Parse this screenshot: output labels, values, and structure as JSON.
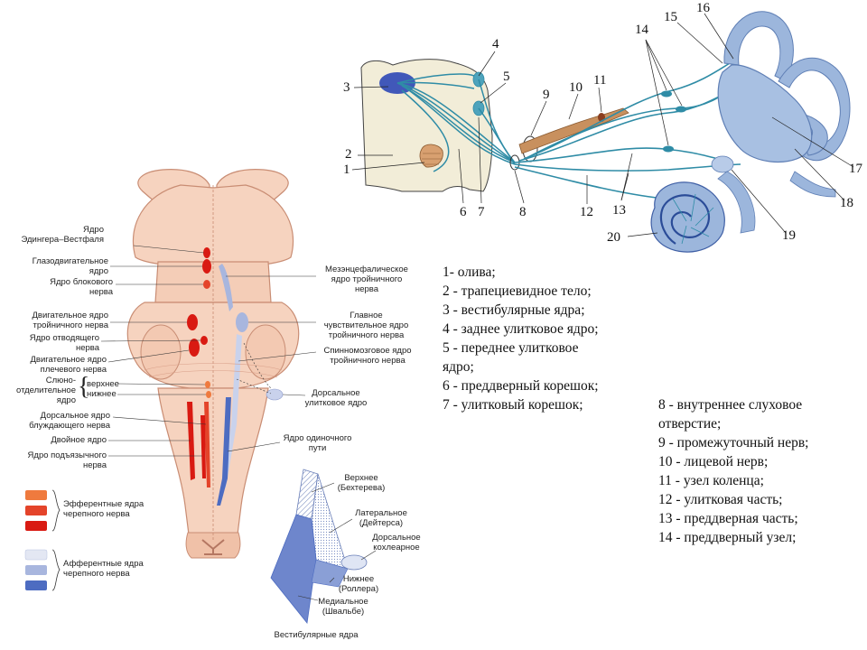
{
  "colors": {
    "brainstem_fill": "#f6d3bf",
    "brainstem_stroke": "#c98d74",
    "efferent_dark": "#d91a12",
    "efferent_mid": "#e4442a",
    "efferent_light": "#ef7a3e",
    "afferent_light": "#e3e7f3",
    "afferent_mid": "#a8b6de",
    "afferent_dark": "#4d6cc1",
    "ear_blue": "#9cb6dc",
    "nerve_teal": "#2f8ca6",
    "facial_nerve": "#c8905e"
  },
  "brainstem": {
    "labels": {
      "edinger": "Ядро\nЭдингера–Вестфаля",
      "oculomotor": "Глазодвигательное\nядро",
      "trochlear": "Ядро блокового\nнерва",
      "motor_trigeminal": "Двигательное ядро\nтройничного нерва",
      "abducens": "Ядро отводящего\nнерва",
      "shoulder_motor": "Двигательное ядро\nплечевого нерва",
      "salivatory_prefix": "Слюно-\nотделительное\nядро",
      "salivatory_upper": "верхнее",
      "salivatory_lower": "нижнее",
      "dorsal_vagus": "Дорсальное ядро\nблуждающего нерва",
      "ambiguus": "Двойное ядро",
      "hypoglossal": "Ядро подъязычного\nнерва",
      "mesencephalic_trigeminal": "Мезэнцефалическое\nядро тройничного\nнерва",
      "main_sensory_trigeminal": "Главное\nчувствительное ядро\nтройничного нерва",
      "spinal_trigeminal": "Спинномозговое ядро\nтройничного нерва",
      "dorsal_cochlear": "Дорсальное\nулитковое ядро",
      "solitary": "Ядро одиночного\nпути"
    }
  },
  "legend_swatches": {
    "efferent": "Эфферентные ядра\nчерепного нерва",
    "afferent": "Афферентные ядра\nчерепного нерва"
  },
  "vestibular_inset": {
    "upper": "Верхнее\n(Бехтерева)",
    "lateral": "Латеральное\n(Дейтерса)",
    "dorsal_cochlear": "Дорсальное\nкохлеарное",
    "lower": "Нижнее\n(Роллера)",
    "medial": "Медиальное\n(Швальбе)",
    "caption": "Вестибулярные ядра"
  },
  "ear_numbers": {
    "n1": "1",
    "n2": "2",
    "n3": "3",
    "n4": "4",
    "n5": "5",
    "n6": "6",
    "n7": "7",
    "n8": "8",
    "n9": "9",
    "n10": "10",
    "n11": "11",
    "n12": "12",
    "n13": "13",
    "n14": "14",
    "n15": "15",
    "n16": "16",
    "n17": "17",
    "n18": "18",
    "n19": "19",
    "n20": "20"
  },
  "legend_left": [
    "1- олива;",
    "2 - трапециевидное тело;",
    "3 - вестибулярные ядра;",
    "4 - заднее улитковое ядро;",
    "5 - переднее улитковое",
    "ядро;",
    "6 - преддверный корешок;",
    "7 - улитковый корешок;"
  ],
  "legend_right": [
    "8 - внутреннее слуховое",
    "отверстие;",
    "9 - промежуточный нерв;",
    "10 - лицевой нерв;",
    "11 - узел коленца;",
    "12 - улитковая часть;",
    "13 - преддверная часть;",
    "14 - преддверный узел;"
  ]
}
